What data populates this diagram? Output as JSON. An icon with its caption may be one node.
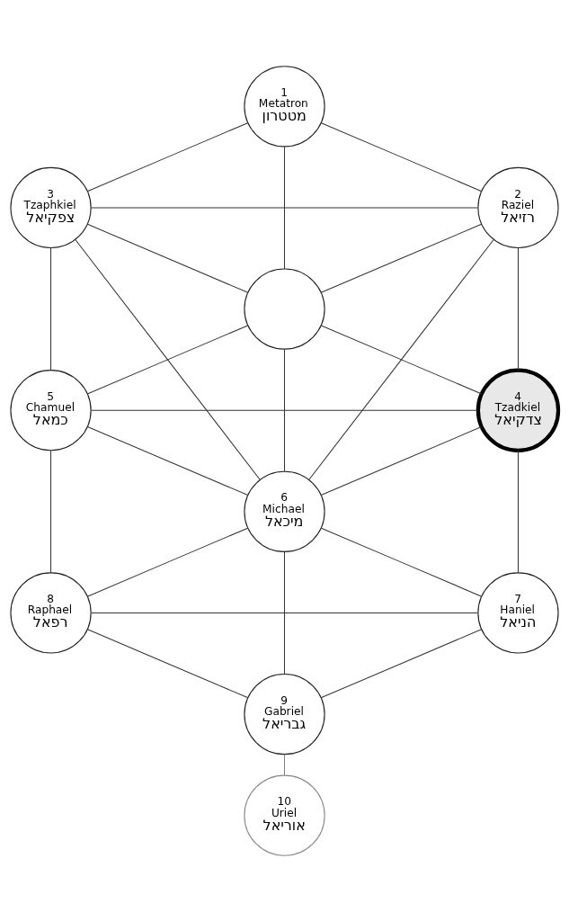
{
  "diagram": {
    "nodes": [
      {
        "text": [
          "1",
          "Metatron",
          "מטטרון"
        ]
      },
      {
        "text": [
          "3",
          "Tzaphkiel",
          "צפקיאל"
        ]
      },
      {
        "text": [
          "2",
          "Raziel",
          "רזיאל"
        ]
      },
      {
        "text": [],
        "shape": "circle"
      },
      {
        "text": [
          "5",
          "Chamuel",
          "כמאל"
        ]
      },
      {
        "text": [
          "4",
          "Tzadkiel",
          "צדקיאל"
        ]
      },
      {
        "text": [
          "6",
          "Michael",
          "מיכאל"
        ]
      },
      {
        "text": [
          "8",
          "Raphael",
          "רפאל"
        ]
      },
      {
        "text": [
          "7",
          "Haniel",
          "הניאל"
        ]
      },
      {
        "text": [
          "9",
          "Gabriel",
          "גבריאל"
        ]
      },
      {
        "text": [
          "10",
          "Uriel",
          "אוריאל"
        ]
      }
    ],
    "edges": [
      {
        "from": 0,
        "to": 1,
        "arrow": "none"
      },
      {
        "from": 0,
        "to": 2,
        "arrow": "none"
      },
      {
        "from": 0,
        "to": 3,
        "arrow": "none"
      },
      {
        "from": 1,
        "to": 2,
        "arrow": "none"
      },
      {
        "from": 1,
        "to": 3,
        "arrow": "none"
      },
      {
        "from": 1,
        "to": 4,
        "arrow": "none"
      },
      {
        "from": 1,
        "to": 6,
        "arrow": "none"
      },
      {
        "from": 2,
        "to": 3,
        "arrow": "none"
      },
      {
        "from": 2,
        "to": 5,
        "arrow": "none"
      },
      {
        "from": 2,
        "to": 6,
        "arrow": "none"
      },
      {
        "from": 3,
        "to": 4,
        "arrow": "none"
      },
      {
        "from": 3,
        "to": 5,
        "arrow": "none"
      },
      {
        "from": 3,
        "to": 6,
        "arrow": "none"
      },
      {
        "from": 4,
        "to": 5,
        "arrow": "none"
      },
      {
        "from": 4,
        "to": 6,
        "arrow": "none"
      },
      {
        "from": 4,
        "to": 7,
        "arrow": "none"
      },
      {
        "from": 5,
        "to": 6,
        "arrow": "none"
      },
      {
        "from": 5,
        "to": 8,
        "arrow": "none"
      },
      {
        "from": 6,
        "to": 7,
        "arrow": "none"
      },
      {
        "from": 6,
        "to": 8,
        "arrow": "none"
      },
      {
        "from": 6,
        "to": 9,
        "arrow": "none"
      },
      {
        "from": 7,
        "to": 8,
        "arrow": "none"
      },
      {
        "from": 7,
        "to": 9,
        "arrow": "none"
      },
      {
        "from": 8,
        "to": 9,
        "arrow": "none"
      },
      {
        "from": 9,
        "to": 10,
        "arrow": "none",
        "color": "#808080"
      }
    ]
  }
}
